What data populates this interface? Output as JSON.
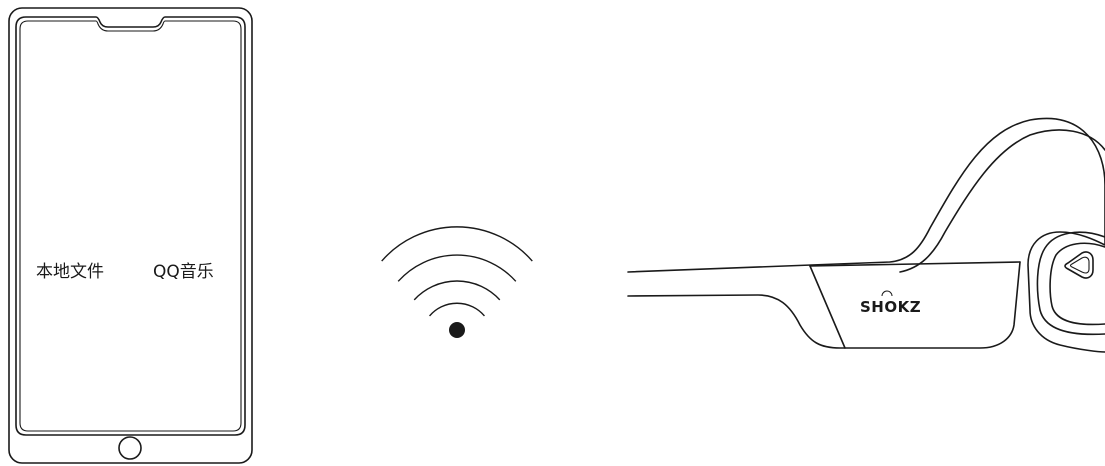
{
  "phone": {
    "option_local_files": "本地文件",
    "option_qq_music": "QQ音乐"
  },
  "headphones": {
    "brand_text": "SHOKZ"
  },
  "colors": {
    "line": "#1a1a1a",
    "background": "#ffffff"
  },
  "icons": {
    "connection": "wireless-signal-icon"
  }
}
